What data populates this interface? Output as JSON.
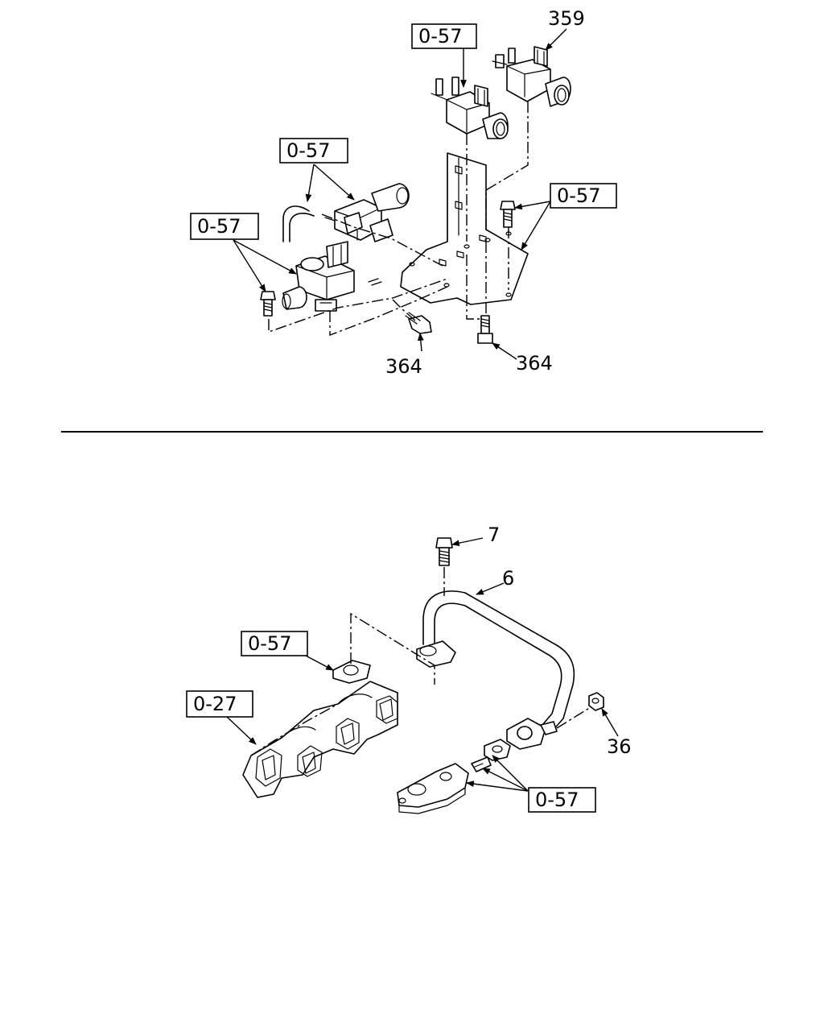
{
  "upper": {
    "callouts": {
      "c359": "359",
      "ref_top": "0-57",
      "ref_left_mid": "0-57",
      "ref_left": "0-57",
      "ref_right": "0-57",
      "c364_left": "364",
      "c364_right": "364"
    }
  },
  "lower": {
    "callouts": {
      "c7": "7",
      "c6": "6",
      "ref_gasket": "0-57",
      "ref_manifold": "0-27",
      "c36": "36",
      "ref_bottom": "0-57"
    }
  }
}
